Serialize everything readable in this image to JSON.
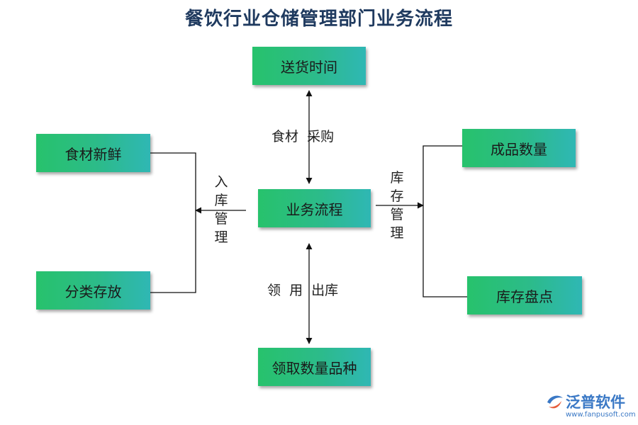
{
  "title": "餐饮行业仓储管理部门业务流程",
  "nodes": {
    "center": "业务流程",
    "top": "送货时间",
    "bottom": "领取数量品种",
    "left_top": "食材新鲜",
    "left_bottom": "分类存放",
    "right_top": "成品数量",
    "right_bottom": "库存盘点"
  },
  "edge_labels": {
    "top": "食材  采购",
    "bottom": "领  用  出库",
    "left": [
      "入",
      "库",
      "管",
      "理"
    ],
    "right": [
      "库",
      "存",
      "管",
      "理"
    ]
  },
  "logo": {
    "name": "泛普软件",
    "url": "www.fanpusoft.com"
  },
  "colors": {
    "node_gradient_start": "#27c26c",
    "node_gradient_end": "#2fb7b4",
    "title": "#1f3a5f",
    "logo": "#3a78c5"
  }
}
